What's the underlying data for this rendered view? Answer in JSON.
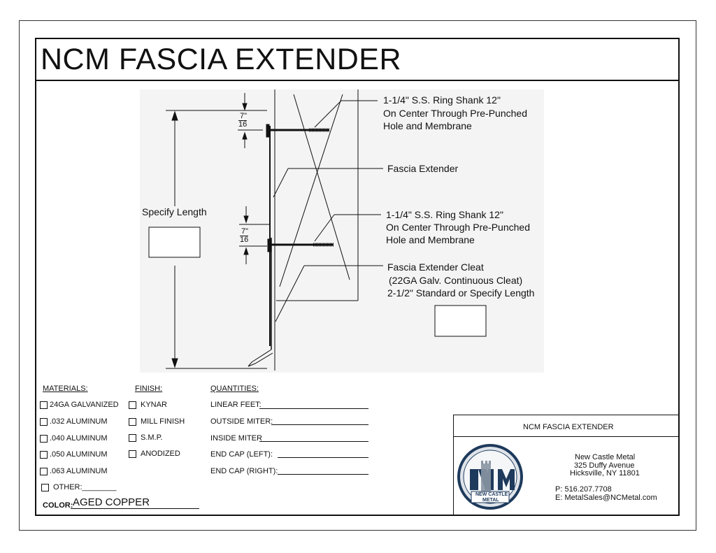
{
  "title": "NCM FASCIA EXTENDER",
  "drawing": {
    "callout_1": [
      "1-1/4\" S.S. Ring Shank 12\"",
      "On Center Through Pre-Punched",
      "Hole and Membrane"
    ],
    "callout_2": "Fascia Extender",
    "callout_3": [
      "1-1/4\" S.S. Ring Shank 12\"",
      "On Center Through Pre-Punched",
      "Hole and Membrane"
    ],
    "callout_4": [
      "Fascia Extender Cleat",
      "(22GA Galv. Continuous Cleat)",
      "2-1/2\" Standard or Specify Length"
    ],
    "specify_length": "Specify Length",
    "dim_num": "7",
    "dim_den": "16",
    "dim_unit": "\""
  },
  "materials": {
    "header": "MATERIALS:",
    "items": [
      "24GA GALVANIZED",
      ".032 ALUMINUM",
      ".040 ALUMINUM",
      ".050 ALUMINUM",
      ".063 ALUMINUM",
      "OTHER:________"
    ]
  },
  "finish": {
    "header": "FINISH:",
    "items": [
      "KYNAR",
      "MILL FINISH",
      "S.M.P.",
      "ANODIZED"
    ]
  },
  "quantities": {
    "header": "QUANTITIES:",
    "items": [
      "LINEAR FEET:",
      "OUTSIDE MITER:",
      "INSIDE MITER",
      "END CAP (LEFT):",
      "END CAP (RIGHT):"
    ]
  },
  "color": {
    "label": "COLOR:",
    "value": "AGED COPPER"
  },
  "title_block": {
    "drawing_name": "NCM FASCIA EXTENDER",
    "company": "New Castle Metal",
    "address1": "325 Duffy Avenue",
    "address2": "Hicksville, NY 11801",
    "phone": "P: 516.207.7708",
    "email": "E: MetalSales@NCMetal.com",
    "logo_letters": "NCM",
    "logo_text1": "NEW CASTLE",
    "logo_text2": "METAL"
  }
}
